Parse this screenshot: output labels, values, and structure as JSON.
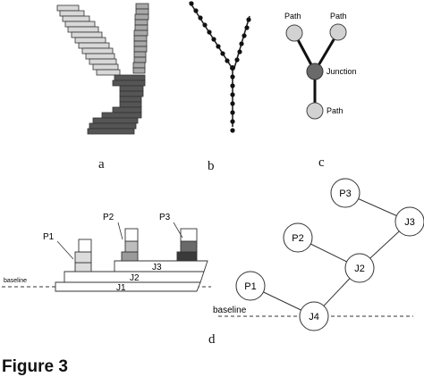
{
  "panels": {
    "a": {
      "label": "a"
    },
    "b": {
      "label": "b"
    },
    "c": {
      "label": "c",
      "nodes": {
        "path_left": "Path",
        "path_right": "Path",
        "junction": "Junction",
        "path_bottom": "Path"
      }
    },
    "d": {
      "label": "d",
      "left_labels": {
        "p1": "P1",
        "p2": "P2",
        "p3": "P3",
        "j1": "J1",
        "j2": "J2",
        "j3": "J3",
        "baseline": "baseline"
      },
      "graph_nodes": {
        "p3": "P3",
        "j3": "J3",
        "p2": "P2",
        "j2": "J2",
        "p1": "P1",
        "j4": "J4"
      },
      "graph_baseline": "baseline"
    }
  },
  "caption": "Figure 3"
}
